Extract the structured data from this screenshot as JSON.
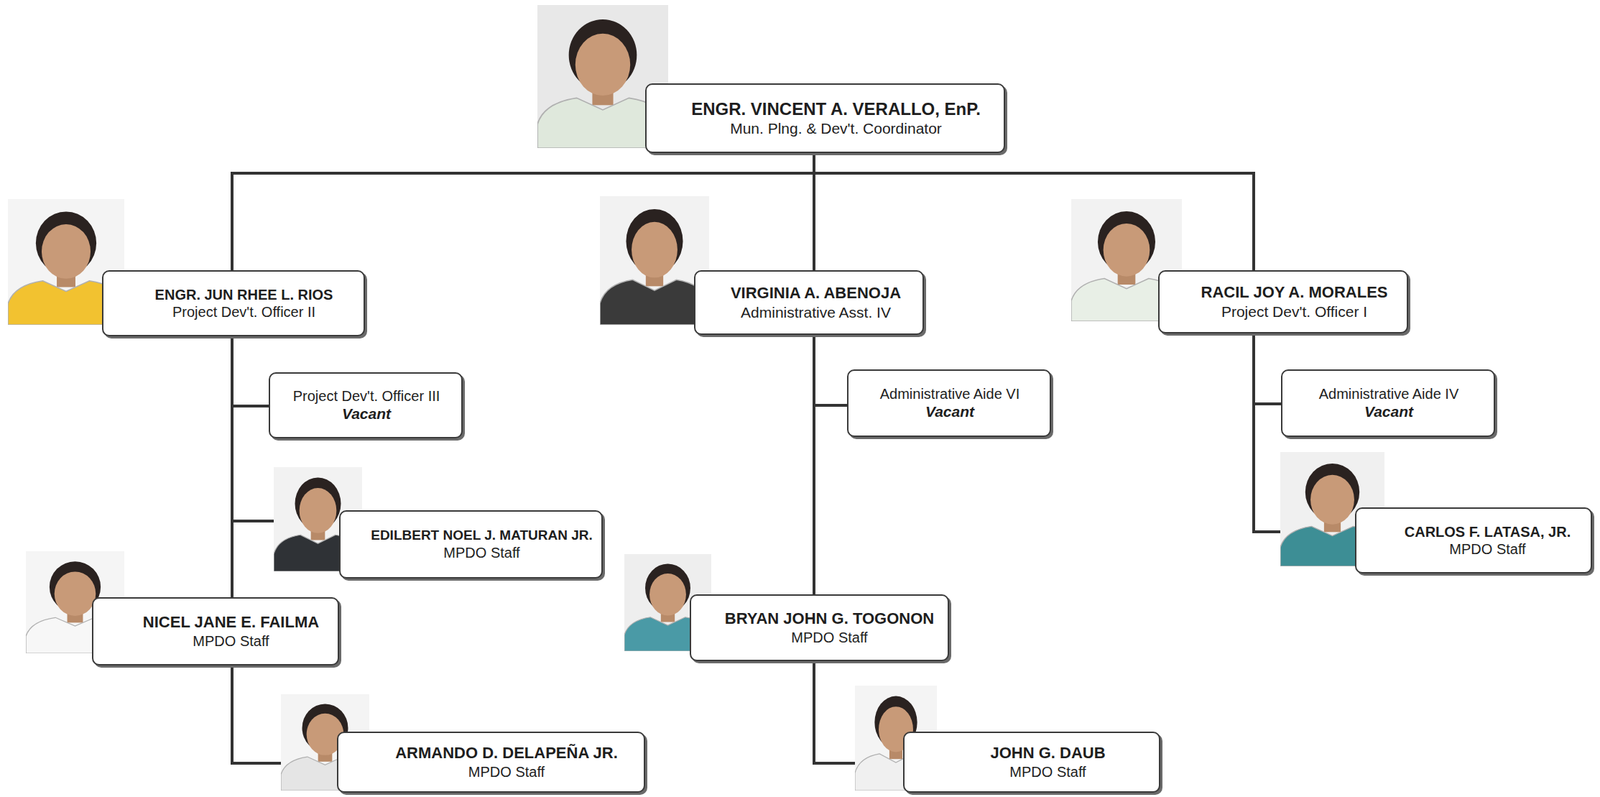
{
  "diagram": {
    "nodes": [
      {
        "text": [
          "ENGR. VINCENT A. VERALLO, EnP.",
          "Mun. Plng. & Dev't. Coordinator"
        ]
      },
      {
        "text": [
          "ENGR. JUN RHEE L. RIOS",
          "Project Dev't. Officer II"
        ]
      },
      {
        "text": [
          "VIRGINIA A. ABENOJA",
          "Administrative Asst. IV"
        ]
      },
      {
        "text": [
          "RACIL JOY A. MORALES",
          "Project Dev't. Officer I"
        ]
      },
      {
        "text": [
          "Project Dev't. Officer III",
          "Vacant"
        ]
      },
      {
        "text": [
          "Administrative Aide VI",
          "Vacant"
        ]
      },
      {
        "text": [
          "Administrative Aide IV",
          "Vacant"
        ]
      },
      {
        "text": [
          "EDILBERT NOEL J. MATURAN JR.",
          "MPDO Staff"
        ]
      },
      {
        "text": [
          "CARLOS F. LATASA, JR.",
          "MPDO Staff"
        ]
      },
      {
        "text": [
          "NICEL JANE E. FAILMA",
          "MPDO Staff"
        ]
      },
      {
        "text": [
          "BRYAN JOHN G. TOGONON",
          "MPDO Staff"
        ]
      },
      {
        "text": [
          "ARMANDO D. DELAPEÑA JR.",
          "MPDO Staff"
        ]
      },
      {
        "text": [
          "JOHN G. DAUB",
          "MPDO Staff"
        ]
      }
    ],
    "edges": [
      {
        "from": 0,
        "to": 1,
        "arrow": "none"
      },
      {
        "from": 0,
        "to": 2,
        "arrow": "none"
      },
      {
        "from": 0,
        "to": 3,
        "arrow": "none"
      },
      {
        "from": 1,
        "to": 4,
        "arrow": "none"
      },
      {
        "from": 1,
        "to": 7,
        "arrow": "none"
      },
      {
        "from": 1,
        "to": 9,
        "arrow": "none"
      },
      {
        "from": 9,
        "to": 11,
        "arrow": "none"
      },
      {
        "from": 2,
        "to": 5,
        "arrow": "none"
      },
      {
        "from": 2,
        "to": 10,
        "arrow": "none"
      },
      {
        "from": 10,
        "to": 12,
        "arrow": "none"
      },
      {
        "from": 3,
        "to": 6,
        "arrow": "none"
      },
      {
        "from": 3,
        "to": 8,
        "arrow": "none"
      }
    ]
  }
}
